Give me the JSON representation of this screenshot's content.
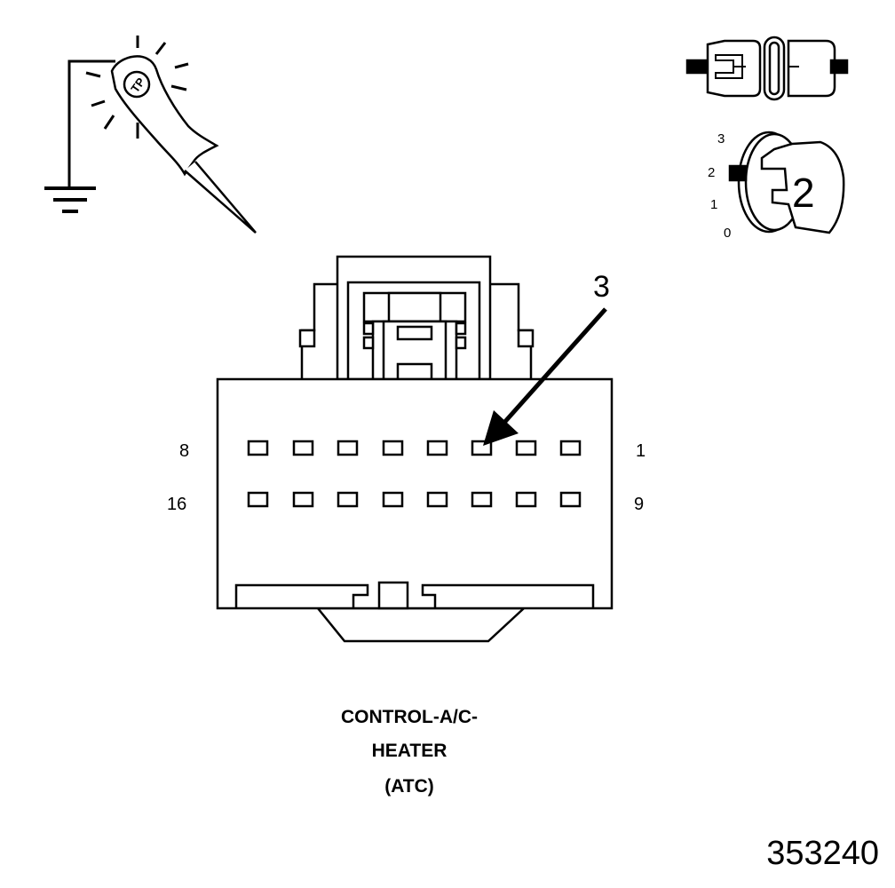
{
  "pins": {
    "top_left": "8",
    "top_right": "1",
    "bottom_left": "16",
    "bottom_right": "9"
  },
  "callout": "3",
  "ignition": {
    "positions": [
      "3",
      "2",
      "1",
      "0"
    ],
    "key_number": "2"
  },
  "caption": {
    "line1": "CONTROL-A/C-",
    "line2": "HEATER",
    "line3": "(ATC)"
  },
  "figure_number": "353240",
  "colors": {
    "ink": "#000000",
    "paper": "#ffffff"
  },
  "icons": [
    "test-light-probe-icon",
    "ground-symbol-icon",
    "connector-disconnected-icon",
    "ignition-key-icon"
  ]
}
